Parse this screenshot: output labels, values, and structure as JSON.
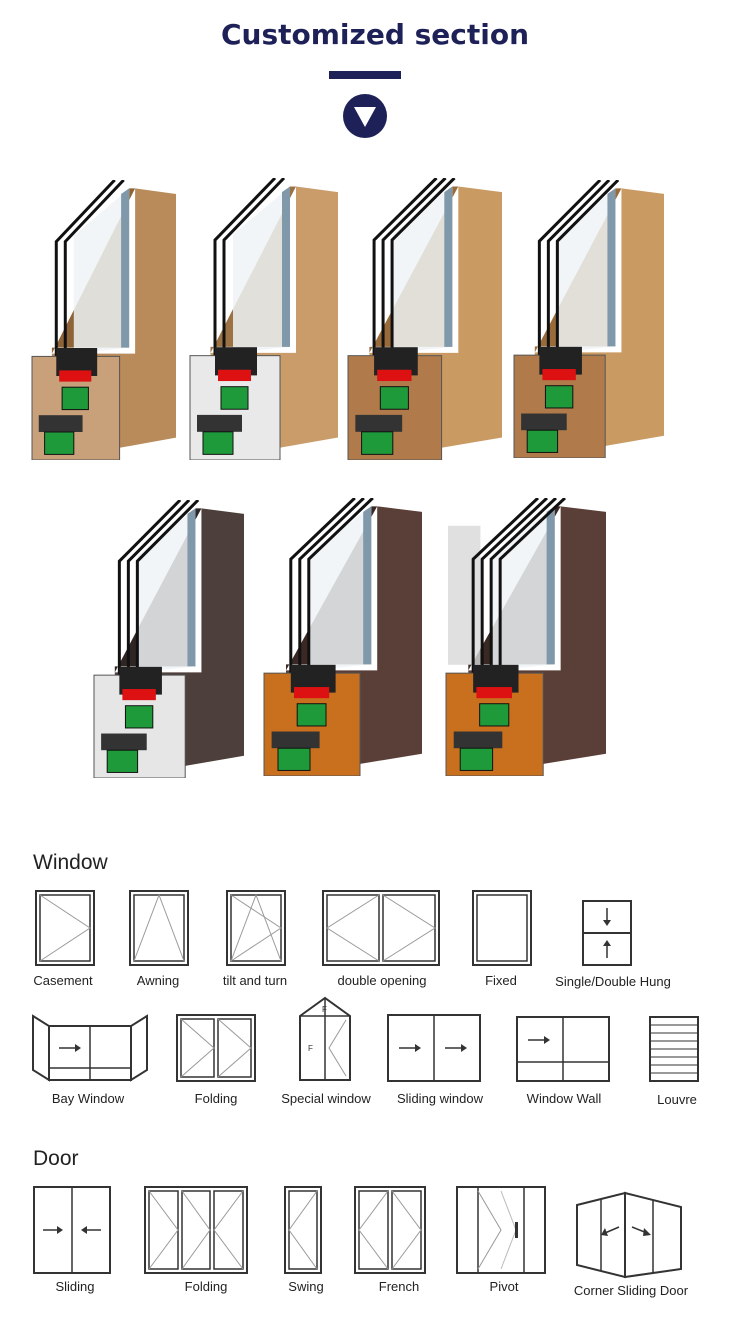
{
  "header": {
    "title": "Customized section",
    "accent_color": "#1e2158"
  },
  "profiles": [
    {
      "color": "light-wood"
    },
    {
      "color": "white-wood"
    },
    {
      "color": "wood"
    },
    {
      "color": "wood"
    },
    {
      "color": "white-brown"
    },
    {
      "color": "orange-brown"
    },
    {
      "color": "orange-brown-screen"
    }
  ],
  "window": {
    "title": "Window",
    "items": [
      {
        "label": "Casement"
      },
      {
        "label": "Awning"
      },
      {
        "label": "tilt and turn"
      },
      {
        "label": "double opening"
      },
      {
        "label": "Fixed"
      },
      {
        "label": "Single/Double Hung"
      },
      {
        "label": "Bay Window"
      },
      {
        "label": "Folding"
      },
      {
        "label": "Special window"
      },
      {
        "label": "Sliding window"
      },
      {
        "label": "Window Wall"
      },
      {
        "label": "Louvre"
      }
    ]
  },
  "door": {
    "title": "Door",
    "items": [
      {
        "label": "Sliding"
      },
      {
        "label": "Folding"
      },
      {
        "label": "Swing"
      },
      {
        "label": "French"
      },
      {
        "label": "Pivot"
      },
      {
        "label": "Corner Sliding Door"
      }
    ]
  }
}
